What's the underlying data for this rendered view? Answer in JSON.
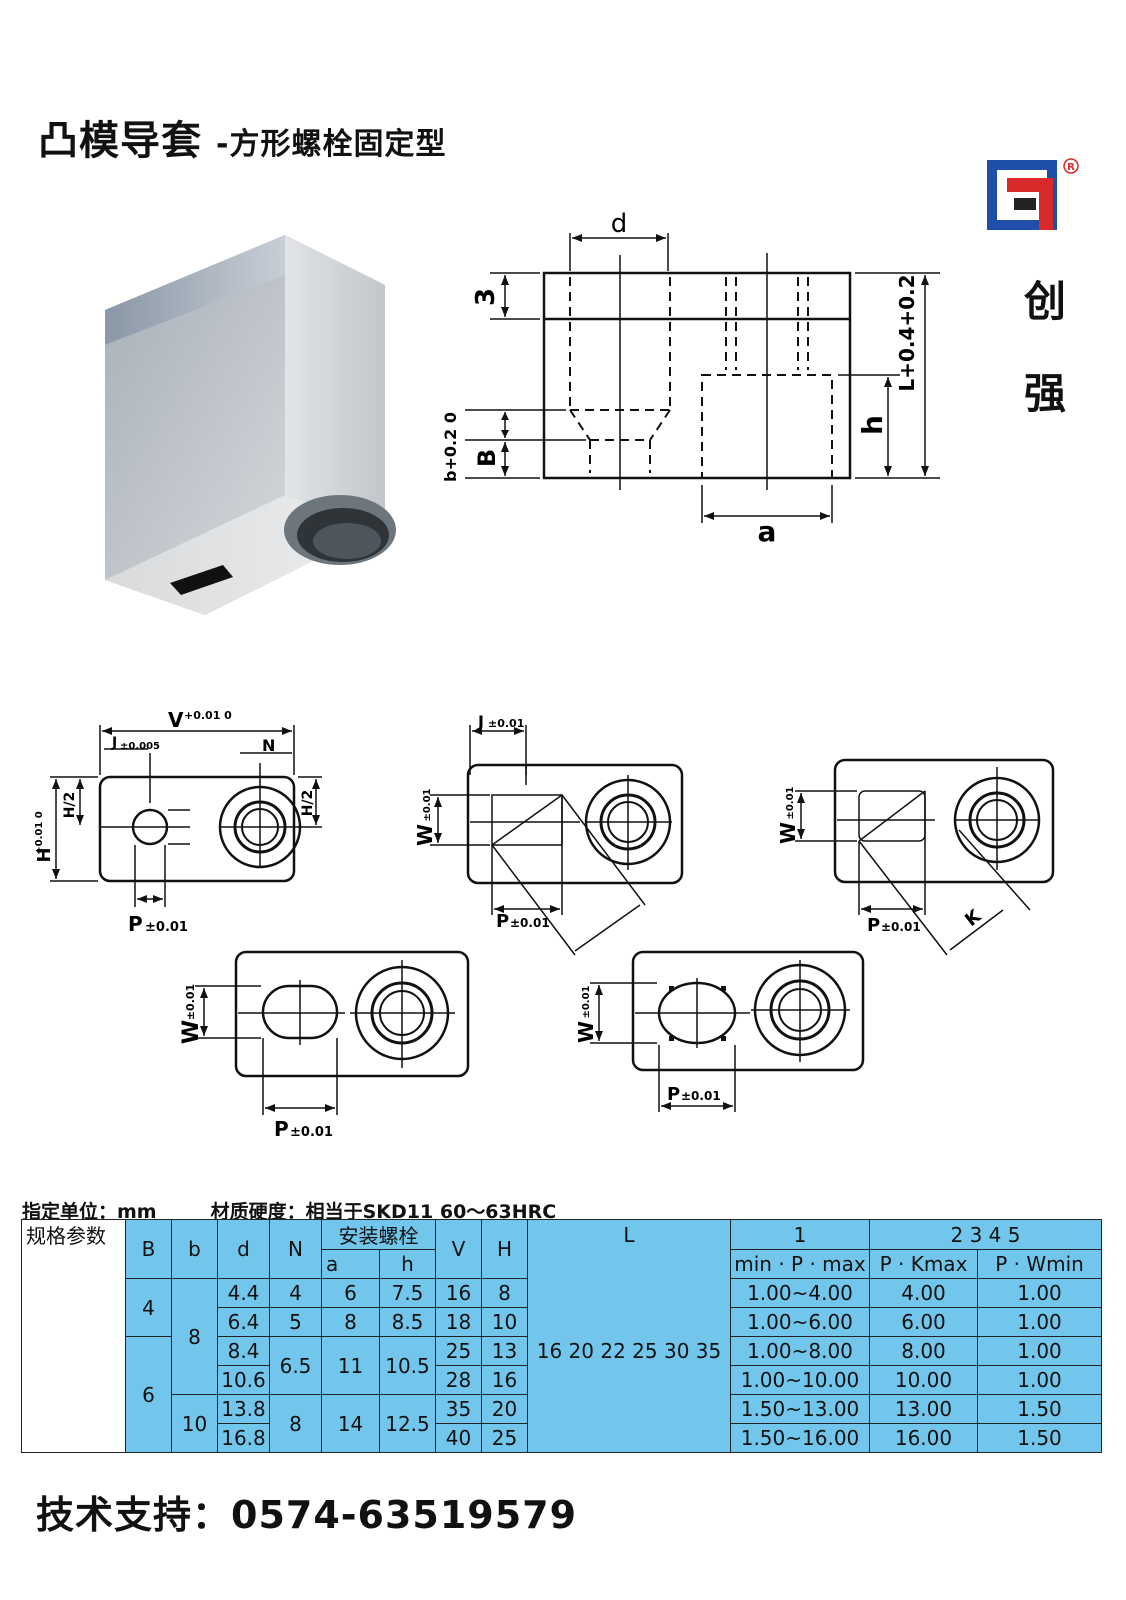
{
  "header": {
    "title": "凸模导套",
    "subtitle": "-方形螺栓固定型"
  },
  "brand": {
    "name_top": "创",
    "name_bottom": "强",
    "registered": "®",
    "color_blue": "#1f4fa8",
    "color_red": "#d82a2a",
    "color_black": "#222222"
  },
  "drawing_labels": {
    "d": "d",
    "three": "3",
    "L_tol": "L+0.4+0.2",
    "h": "h",
    "a": "a",
    "b_tol": "b+0.2 0",
    "B": "B",
    "V": "V",
    "V_tol": "+0.01 0",
    "J": "J",
    "J_tol_1": "±0.005",
    "N": "N",
    "H_half": "H/2",
    "H": "H",
    "H_tol": "+0.01 0",
    "P": "P",
    "pm001": "±0.01",
    "W": "W",
    "K": "K"
  },
  "spec_line": {
    "unit": "指定单位：mm",
    "material": "材质硬度：相当于SKD11 60～63HRC"
  },
  "table": {
    "corner": "规格参数",
    "headers": {
      "B": "B",
      "b": "b",
      "d": "d",
      "N": "N",
      "bolt": "安装螺栓",
      "a": "a",
      "h": "h",
      "V": "V",
      "H": "H",
      "L": "L",
      "g1": "1",
      "g2": "2 3 4 5",
      "minmax": "min · P · max",
      "kmax": "P · Kmax",
      "wmin": "P · Wmin"
    },
    "B_values": [
      "4",
      "6"
    ],
    "b_values": [
      "8",
      "10"
    ],
    "d_values": [
      "4.4",
      "6.4",
      "8.4",
      "10.6",
      "13.8",
      "16.8"
    ],
    "N_values": [
      "4",
      "5",
      "6.5",
      "8"
    ],
    "a_values": [
      "6",
      "8",
      "11",
      "14"
    ],
    "h_values": [
      "7.5",
      "8.5",
      "10.5",
      "12.5"
    ],
    "V_values": [
      "16",
      "18",
      "25",
      "28",
      "35",
      "40"
    ],
    "H_values": [
      "8",
      "10",
      "13",
      "16",
      "20",
      "25"
    ],
    "L_values": "16 20 22 25 30 35",
    "minmax_values": [
      "1.00~4.00",
      "1.00~6.00",
      "1.00~8.00",
      "1.00~10.00",
      "1.50~13.00",
      "1.50~16.00"
    ],
    "kmax_values": [
      "4.00",
      "6.00",
      "8.00",
      "10.00",
      "13.00",
      "16.00"
    ],
    "wmin_values": [
      "1.00",
      "1.00",
      "1.00",
      "1.00",
      "1.50",
      "1.50"
    ],
    "cell_color": "#72c6ec"
  },
  "footer": {
    "support": "技术支持：0574-63519579"
  }
}
